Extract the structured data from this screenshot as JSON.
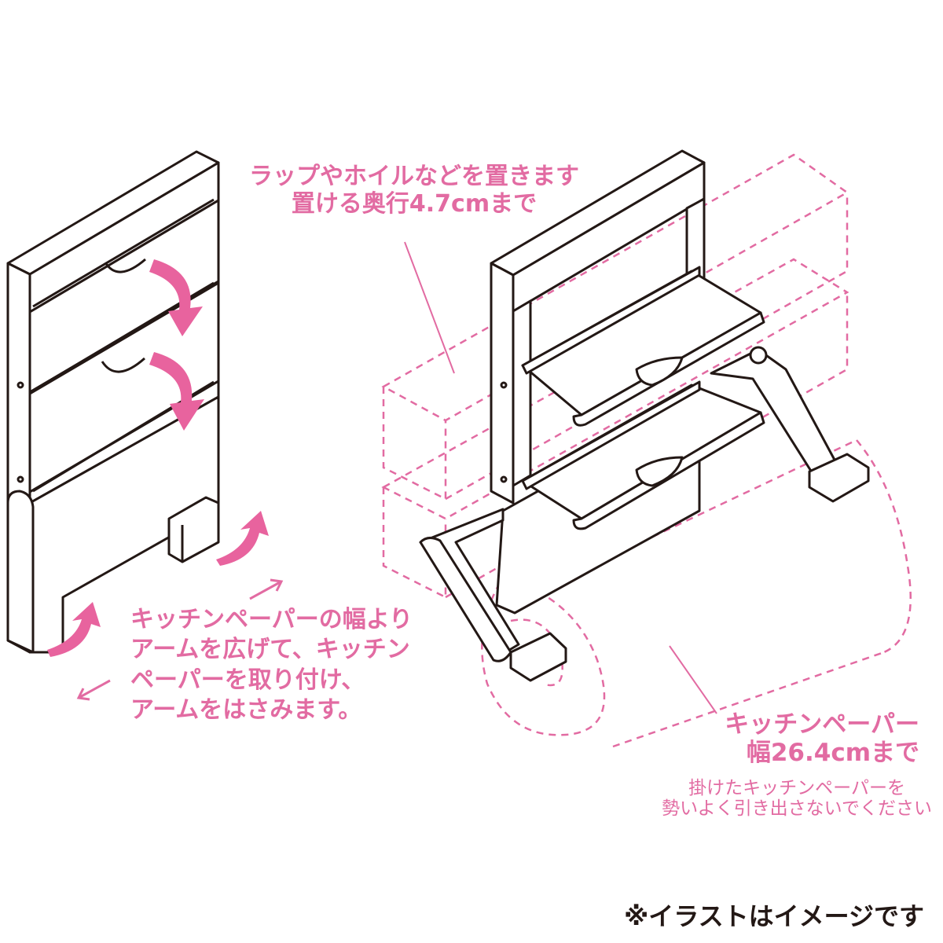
{
  "labels": {
    "wrap_shelf": {
      "line1": "ラップやホイルなどを置きます",
      "line2": "置ける奥行4.7cmまで"
    },
    "arm_instruction": {
      "line1": "キッチンペーパーの幅より",
      "line2": "アームを広げて、キッチン",
      "line3": "ペーパーを取り付け、",
      "line4": "アームをはさみます。"
    },
    "paper_width": {
      "line1": "キッチンペーパー",
      "line2": "幅26.4cmまで"
    },
    "warning": {
      "line1": "掛けたキッチンペーパーを",
      "line2": "勢いよく引き出さないでください"
    },
    "illustration_note": "※イラストはイメージです"
  },
  "colors": {
    "accent": "#e26ba2",
    "arrow_fill": "#e8639e",
    "line": "#231815",
    "background": "#ffffff"
  },
  "icons": {
    "fold_arrow": "curved-down-arrow-icon",
    "unfold_arrow": "curved-up-arrow-icon",
    "spread_arrow": "diagonal-arrow-icon"
  }
}
